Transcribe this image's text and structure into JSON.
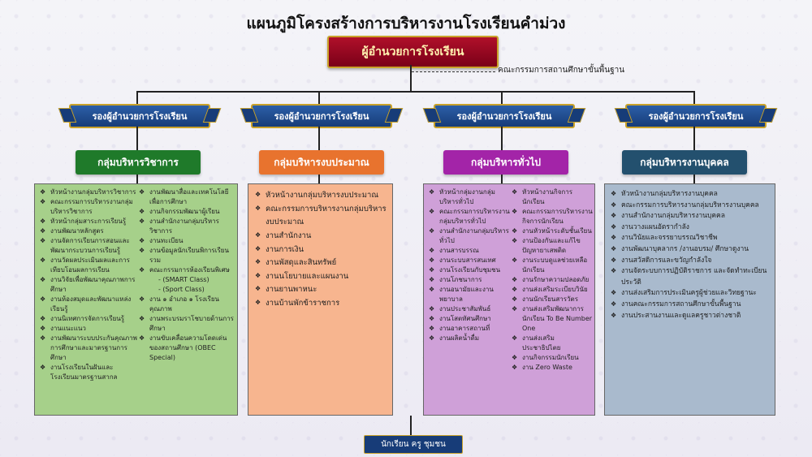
{
  "title": "แผนภูมิโครงสร้างการบริหารงานโรงเรียนคำม่วง",
  "director": "ผู้อำนวยการโรงเรียน",
  "committee": "คณะกรรมการสถานศึกษาขั้นพื้นฐาน",
  "deputies": [
    "รองผู้อำนวยการโรงเรียน",
    "รองผู้อำนวยการโรงเรียน",
    "รองผู้อำนวยการโรงเรียน",
    "รองผู้อำนวยการโรงเรียน"
  ],
  "groups": [
    {
      "label": "กลุ่มบริหารวิชาการ",
      "color": "#1f7a2a"
    },
    {
      "label": "กลุ่มบริหารงบประมาณ",
      "color": "#e8732e"
    },
    {
      "label": "กลุ่มบริหารทั่วไป",
      "color": "#a324a8"
    },
    {
      "label": "กลุ่มบริหารงานบุคคล",
      "color": "#23506e"
    }
  ],
  "panels": {
    "academic_col1": [
      "หัวหน้างานกลุ่มบริหารวิชาการ",
      "คณะกรรมการบริหารงานกลุ่มบริหารวิชาการ",
      "หัวหน้ากลุ่มสาระการเรียนรู้",
      "งานพัฒนาหลักสูตร",
      "งานจัดการเรียนการสอนและพัฒนากระบวนการเรียนรู้",
      "งานวัดผลประเมินผลและการเทียบโอนผลการเรียน",
      "งานวิจัยเพื่อพัฒนาคุณภาพการศึกษา",
      "งานห้องสมุดและพัฒนาแหล่งเรียนรู้",
      "งานนิเทศการจัดการเรียนรู้",
      "งานแนะแนว",
      "งานพัฒนาระบบประกันคุณภาพการศึกษาและมาตรฐานการศึกษา",
      "งานโรงเรียนในฝันและโรงเรียนมาตรฐานสากล"
    ],
    "academic_col2": [
      "งานพัฒนาสื่อและเทคโนโลยีเพื่อการศึกษา",
      "งานกิจกรรมพัฒนาผู้เรียน",
      "งานสำนักงานกลุ่มบริหารวิชาการ",
      "งานทะเบียน",
      "งานข้อมูลนักเรียนพิการเรียนรวม",
      "คณะกรรมการห้องเรียนพิเศษ",
      "- (SMART Class)",
      "- (Sport Class)",
      "งาน ๑ อำเภอ ๑ โรงเรียนคุณภาพ",
      "งานพระบรมราโชบายด้านการศึกษา",
      "งานขับเคลื่อนความโดดเด่นของสถานศึกษา (OBEC Special)"
    ],
    "budget": [
      "หัวหน้างานกลุ่มบริหารงบประมาณ",
      "คณะกรรมการบริหารงานกลุ่มบริหารงบประมาณ",
      "งานสำนักงาน",
      "งานการเงิน",
      "งานพัสดุและสินทรัพย์",
      "งานนโยบายและแผนงาน",
      "งานยานพาหนะ",
      "งานบ้านพักข้าราชการ"
    ],
    "general_col1": [
      "หัวหน้ากลุ่มงานกลุ่มบริหารทั่วไป",
      "คณะกรรมการบริหารงานกลุ่มบริหารทั่วไป",
      "งานสำนักงานกลุ่มบริหารทั่วไป",
      "งานสารบรรณ",
      "งานระบบสารสนเทศ",
      "งานโรงเรียนกับชุมชน",
      "งานโภชนาการ",
      "งานอนามัยและงานพยาบาล",
      "งานประชาสัมพันธ์",
      "งานโสตทัศนศึกษา",
      "งานอาคารสถานที่",
      "งานผลิตน้ำดื่ม"
    ],
    "general_col2": [
      "หัวหน้างานกิจการนักเรียน",
      "คณะกรรมการบริหารงานกิจการนักเรียน",
      "งานหัวหน้าระดับชั้นเรียน",
      "งานป้องกันและแก้ไขปัญหายาเสพติด",
      "งานระบบดูแลช่วยเหลือนักเรียน",
      "งานรักษาความปลอดภัย",
      "งานส่งเสริมระเบียบวินัย",
      "งานนักเรียนสารวัตร",
      "งานส่งเสริมพัฒนาการนักเรียน To Be Number One",
      "งานส่งเสริมประชาธิปไตย",
      "งานกิจกรรมนักเรียน",
      "งาน Zero Waste"
    ],
    "personnel": [
      "หัวหน้างานกลุ่มบริหารงานบุคคล",
      "คณะกรรมการบริหารงานกลุ่มบริหารงานบุคคล",
      "งานสำนักงานกลุ่มบริหารงานบุคคล",
      "งานวางแผนอัตรากำลัง",
      "งานวินัยและจรรยาบรรณวิชาชีพ",
      "งานพัฒนาบุคลากร /งานอบรม/ ศึกษาดูงาน",
      "งานสวัสดิการและขวัญกำลังใจ",
      "งานจัดระบบการปฏิบัติราชการ และจัดทำทะเบียนประวัติ",
      "งานส่งเสริมการประเมินครูผู้ช่วยและวิทยฐานะ",
      "งานคณะกรรมการสถานศึกษาขั้นพื้นฐาน",
      "งานประสานงานและดูแลครูชาวต่างชาติ"
    ]
  },
  "footer": "นักเรียน ครู ชุมชน"
}
